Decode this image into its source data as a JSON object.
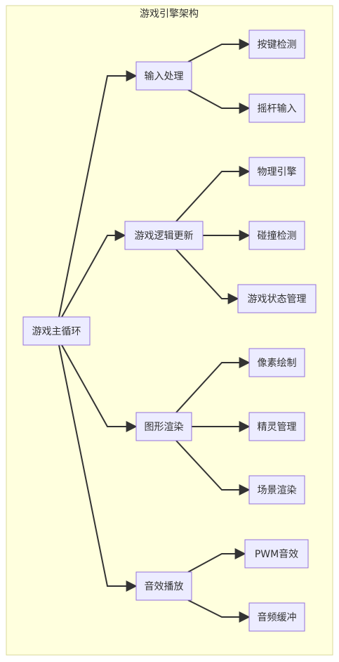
{
  "diagram": {
    "title": "游戏引擎架构",
    "colors": {
      "background": "#ffffde",
      "frame_border": "#d8d89b",
      "node_fill": "#ececff",
      "node_border": "#9370db",
      "edge": "#333333",
      "text": "#333333"
    },
    "nodes": [
      {
        "id": "main",
        "label": "游戏主循环"
      },
      {
        "id": "input",
        "label": "输入处理"
      },
      {
        "id": "logic",
        "label": "游戏逻辑更新"
      },
      {
        "id": "render",
        "label": "图形渲染"
      },
      {
        "id": "audio",
        "label": "音效播放"
      },
      {
        "id": "key",
        "label": "按键检测"
      },
      {
        "id": "joystick",
        "label": "摇杆输入"
      },
      {
        "id": "physics",
        "label": "物理引擎"
      },
      {
        "id": "collision",
        "label": "碰撞检测"
      },
      {
        "id": "state",
        "label": "游戏状态管理"
      },
      {
        "id": "pixel",
        "label": "像素绘制"
      },
      {
        "id": "sprite",
        "label": "精灵管理"
      },
      {
        "id": "scene",
        "label": "场景渲染"
      },
      {
        "id": "pwm",
        "label": "PWM音效"
      },
      {
        "id": "buffer",
        "label": "音频缓冲"
      }
    ],
    "edges": [
      {
        "from": "main",
        "to": "input"
      },
      {
        "from": "main",
        "to": "logic"
      },
      {
        "from": "main",
        "to": "render"
      },
      {
        "from": "main",
        "to": "audio"
      },
      {
        "from": "input",
        "to": "key"
      },
      {
        "from": "input",
        "to": "joystick"
      },
      {
        "from": "logic",
        "to": "physics"
      },
      {
        "from": "logic",
        "to": "collision"
      },
      {
        "from": "logic",
        "to": "state"
      },
      {
        "from": "render",
        "to": "pixel"
      },
      {
        "from": "render",
        "to": "sprite"
      },
      {
        "from": "render",
        "to": "scene"
      },
      {
        "from": "audio",
        "to": "pwm"
      },
      {
        "from": "audio",
        "to": "buffer"
      }
    ]
  }
}
